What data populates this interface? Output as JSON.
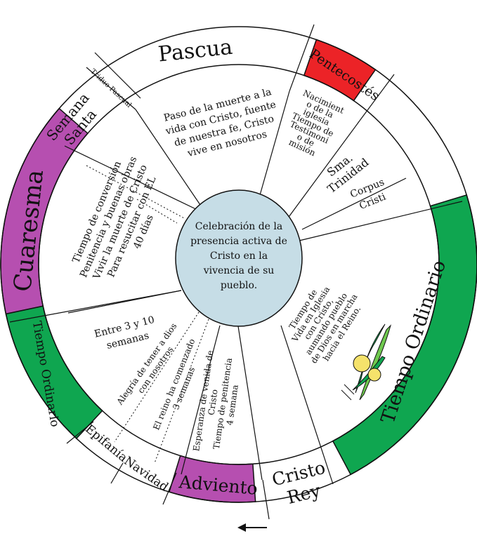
{
  "colors": {
    "purple": "#b64fb0",
    "green": "#0fa650",
    "red": "#ec2327",
    "white": "#ffffff",
    "hub": "#c6dde6",
    "ink": "#111111"
  },
  "outer_ring": {
    "pascua": "Pascua",
    "pentecostes": "Pentecostés",
    "tiempo_ordinario_right": "Tiempo Ordinario",
    "cristo_rey": [
      "Cristo",
      "Rey"
    ],
    "adviento": "Adviento",
    "navidad": "Navidad",
    "epifania": "Epifanía",
    "tiempo_ordinario_left": "Tiempo Ordinario",
    "cuaresma": "Cuaresma",
    "semana_santa": [
      "Semana",
      "Santa"
    ],
    "triduo": "Triduo Pascual"
  },
  "middle_ring": {
    "pascua_text": [
      "Paso de la muerte a la",
      "vida con Cristo, fuente",
      "de nuestra fe, Cristo",
      "vive en nosotros"
    ],
    "pentecostes_text": [
      "Nacimient",
      "o de la",
      "iglesia",
      "Tiempo de",
      "Testimoni",
      "o de",
      "misión"
    ],
    "smatrinidad": [
      "Sma.",
      "Trinidad"
    ],
    "corpus": [
      "Corpus",
      "Cristi"
    ],
    "ordinario_text": [
      "Tiempo de",
      "Vida en Iglesia",
      "con Cristo,",
      "aumando pueblo",
      "de Dios en marcha",
      "hacia el Reino."
    ],
    "adviento_text": [
      "Esperanza de venida de",
      "Cristo",
      "Tiempo de penitencia",
      "4 semana"
    ],
    "navidad_text": [
      "El reino ha comenzado",
      "3 semanas"
    ],
    "epifania_text": [
      "Alegría de tener a dios",
      "con nosotros"
    ],
    "ordinario_left_text": [
      "Entre 3 y 10",
      "semanas"
    ],
    "cuaresma_text": [
      "Tiempo de conversión",
      "Penitencia y buenas obras",
      "Vivir la muerte de Cristo",
      "Para resucitar con EL",
      "40 días"
    ]
  },
  "center": {
    "lines": [
      "Celebración de la",
      "presencia activa de",
      "Cristo en la",
      "vivencia de su",
      "pueblo."
    ]
  },
  "icons": {
    "arrow": "direction-arrow-icon",
    "plant": "sprout-illustration-icon"
  }
}
